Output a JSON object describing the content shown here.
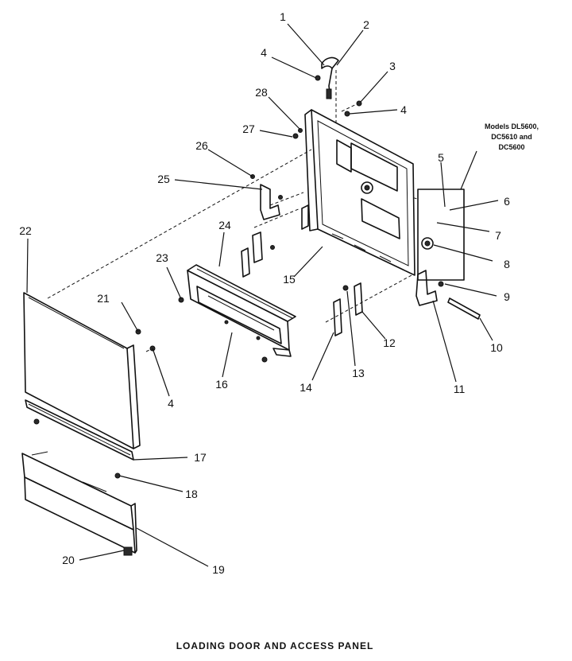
{
  "caption": "LOADING DOOR AND ACCESS PANEL",
  "model_note": [
    "Models DL5600,",
    "DC5610 and",
    "DC5600"
  ],
  "callouts": [
    "1",
    "2",
    "3",
    "4",
    "4",
    "4",
    "5",
    "6",
    "7",
    "8",
    "9",
    "10",
    "11",
    "12",
    "13",
    "14",
    "15",
    "16",
    "17",
    "18",
    "19",
    "20",
    "21",
    "22",
    "23",
    "24",
    "25",
    "26",
    "27",
    "28"
  ]
}
